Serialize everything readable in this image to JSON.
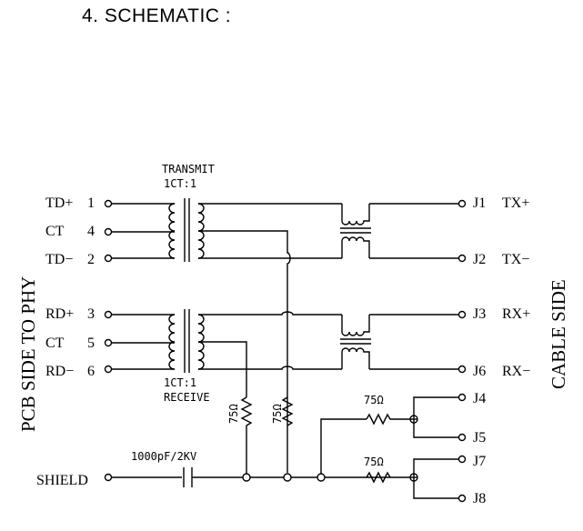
{
  "heading": "4. SCHEMATIC :",
  "side_labels": {
    "left": "PCB SIDE TO PHY",
    "right": "CABLE SIDE"
  },
  "transformer_top": {
    "title": "TRANSMIT",
    "ratio": "1CT:1"
  },
  "transformer_bottom": {
    "ratio": "1CT:1",
    "title": "RECEIVE"
  },
  "left_pins": [
    {
      "signal": "TD+",
      "number": "1"
    },
    {
      "signal": "CT",
      "number": "4"
    },
    {
      "signal": "TD−",
      "number": "2"
    },
    {
      "signal": "RD+",
      "number": "3"
    },
    {
      "signal": "CT",
      "number": "5"
    },
    {
      "signal": "RD−",
      "number": "6"
    }
  ],
  "right_pins": [
    {
      "pin": "J1",
      "signal": "TX+"
    },
    {
      "pin": "J2",
      "signal": "TX−"
    },
    {
      "pin": "J3",
      "signal": "RX+"
    },
    {
      "pin": "J6",
      "signal": "RX−"
    },
    {
      "pin": "J4"
    },
    {
      "pin": "J5"
    },
    {
      "pin": "J7"
    },
    {
      "pin": "J8"
    }
  ],
  "resistors": {
    "ct_tx": "75Ω",
    "ct_rx": "75Ω",
    "j45": "75Ω",
    "j78": "75Ω"
  },
  "shield": {
    "label": "SHIELD",
    "capacitor": "1000pF/2KV"
  }
}
